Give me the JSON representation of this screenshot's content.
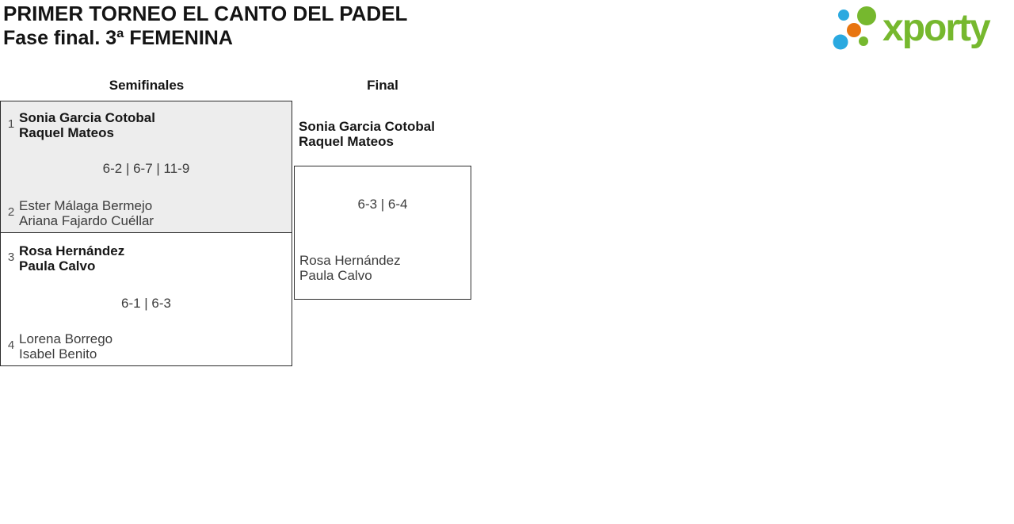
{
  "header": {
    "title": "PRIMER TORNEO EL CANTO DEL PADEL",
    "subtitle": "Fase final. 3ª FEMENINA"
  },
  "logo": {
    "text": "xporty",
    "colors": {
      "green": "#76b82e",
      "blue": "#2aa9e0",
      "orange": "#e8750f"
    }
  },
  "rounds": [
    {
      "label": "Semifinales"
    },
    {
      "label": "Final"
    }
  ],
  "matches": {
    "semifinal1": {
      "team1": {
        "seed": "1",
        "players": [
          "Sonia Garcia Cotobal",
          "Raquel Mateos"
        ],
        "winner": true
      },
      "score": "6-2 | 6-7 | 11-9",
      "team2": {
        "seed": "2",
        "players": [
          "Ester Málaga Bermejo",
          "Ariana Fajardo Cuéllar"
        ],
        "winner": false
      }
    },
    "semifinal2": {
      "team1": {
        "seed": "3",
        "players": [
          "Rosa Hernández",
          "Paula Calvo"
        ],
        "winner": true
      },
      "score": "6-1 | 6-3",
      "team2": {
        "seed": "4",
        "players": [
          "Lorena Borrego",
          "Isabel Benito"
        ],
        "winner": false
      }
    },
    "final": {
      "team1": {
        "players": [
          "Sonia Garcia Cotobal",
          "Raquel Mateos"
        ],
        "winner": true
      },
      "score": "6-3 | 6-4",
      "team2": {
        "players": [
          "Rosa Hernández",
          "Paula Calvo"
        ],
        "winner": false
      }
    }
  }
}
